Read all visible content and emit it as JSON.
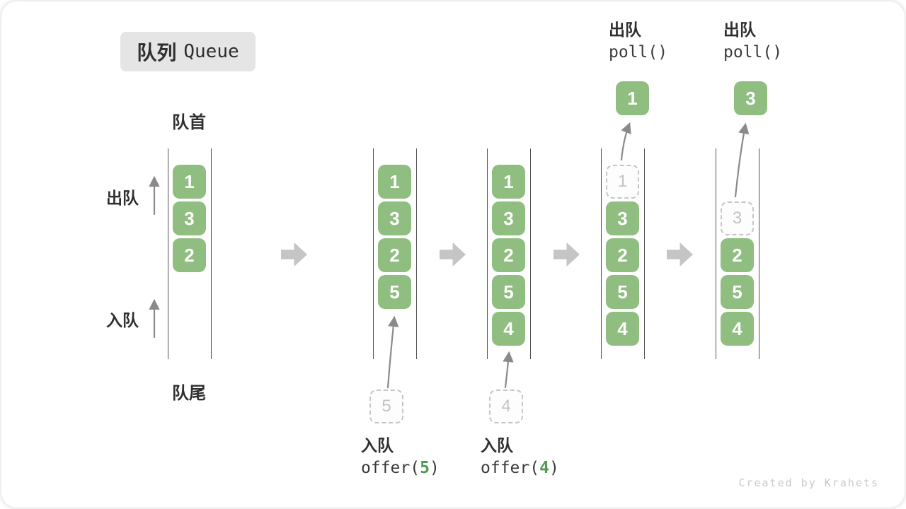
{
  "title": {
    "zh": "队列",
    "en": "Queue"
  },
  "labels": {
    "front": "队首",
    "rear": "队尾",
    "dequeue": "出队",
    "enqueue": "入队"
  },
  "columns": [
    {
      "boxes": [
        {
          "value": "1"
        },
        {
          "value": "3"
        },
        {
          "value": "2"
        }
      ]
    },
    {
      "boxes": [
        {
          "value": "1"
        },
        {
          "value": "3"
        },
        {
          "value": "2"
        },
        {
          "value": "5"
        }
      ]
    },
    {
      "boxes": [
        {
          "value": "1"
        },
        {
          "value": "3"
        },
        {
          "value": "2"
        },
        {
          "value": "5"
        },
        {
          "value": "4"
        }
      ]
    },
    {
      "boxes": [
        {
          "value": "1"
        },
        {
          "value": "3"
        },
        {
          "value": "2"
        },
        {
          "value": "5"
        },
        {
          "value": "4"
        }
      ]
    },
    {
      "boxes": [
        {
          "value": "3"
        },
        {
          "value": "2"
        },
        {
          "value": "5"
        },
        {
          "value": "4"
        }
      ]
    }
  ],
  "operations": {
    "offer5": {
      "label": "入队",
      "fn": "offer(",
      "arg": "5",
      "close": ")",
      "staged": "5"
    },
    "offer4": {
      "label": "入队",
      "fn": "offer(",
      "arg": "4",
      "close": ")",
      "staged": "4"
    },
    "poll1": {
      "label": "出队",
      "code": "poll()",
      "out": "1"
    },
    "poll3": {
      "label": "出队",
      "code": "poll()",
      "out": "3"
    }
  },
  "watermark": "Created by Krahets",
  "colors": {
    "box_green": "#8FBE80",
    "arg_green": "#4E9C52",
    "ghost_gray": "#C6C6C6",
    "thin_arrow_gray": "#8A8A8A",
    "step_arrow_gray": "#C5C5C5"
  }
}
